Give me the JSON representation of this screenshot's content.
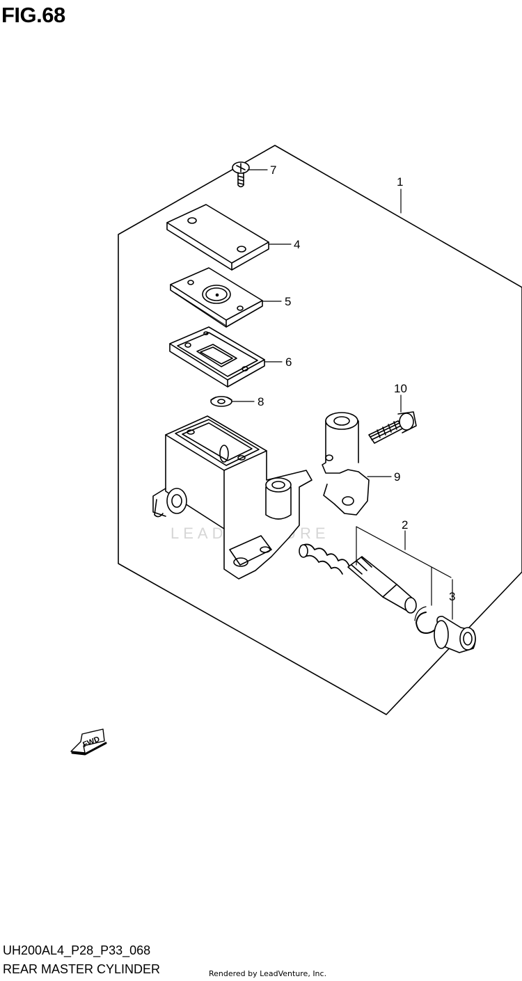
{
  "figure": {
    "title": "FIG.68",
    "model_code": "UH200AL4_P28_P33_068",
    "part_name": "REAR MASTER CYLINDER",
    "render_credit": "Rendered by LeadVenture, Inc."
  },
  "watermark": "LEADVENTURE",
  "fwd_label": "FWD",
  "callouts": {
    "c1": "1",
    "c2": "2",
    "c3": "3",
    "c4": "4",
    "c5": "5",
    "c6": "6",
    "c7": "7",
    "c8": "8",
    "c9": "9",
    "c10": "10"
  }
}
